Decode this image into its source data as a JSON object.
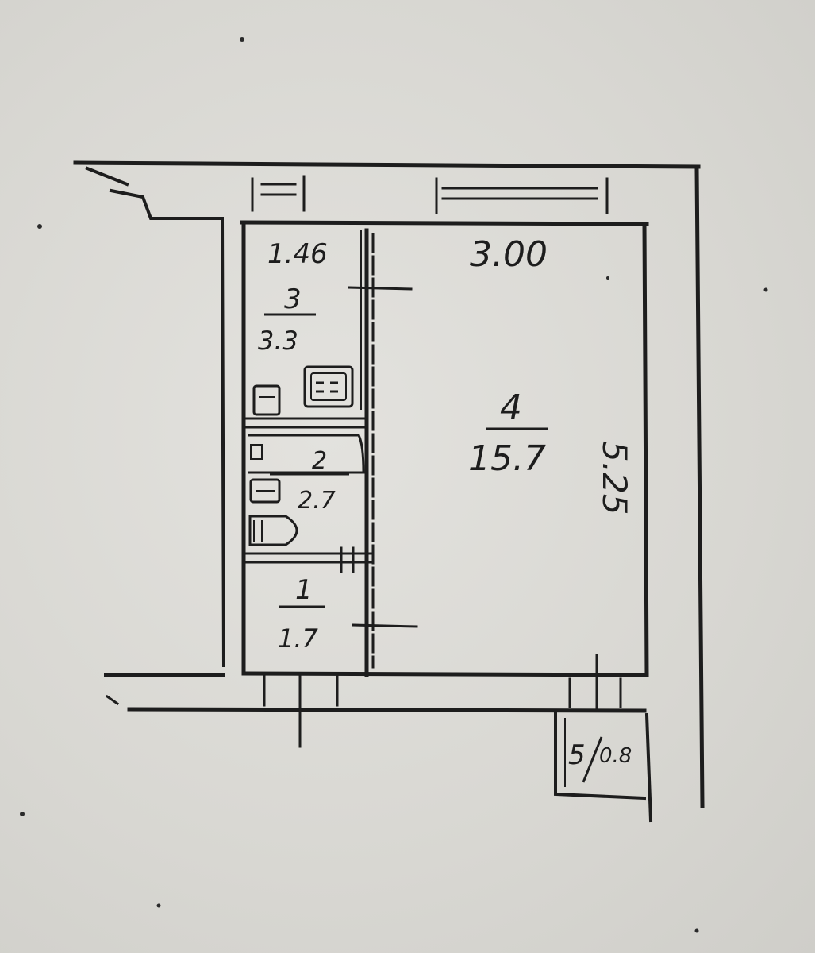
{
  "plan": {
    "dims": {
      "corridor_width": "1.46",
      "room_width": "3.00",
      "room_length": "5.25"
    },
    "rooms": [
      {
        "number": "3",
        "area": "3.3"
      },
      {
        "number": "2",
        "area": "2.7"
      },
      {
        "number": "1",
        "area": "1.7"
      },
      {
        "number": "4",
        "area": "15.7"
      },
      {
        "number": "5",
        "area": "0.8"
      }
    ]
  },
  "colors": {
    "ink": "#1d1d1d",
    "paper": "#dddcd7"
  }
}
